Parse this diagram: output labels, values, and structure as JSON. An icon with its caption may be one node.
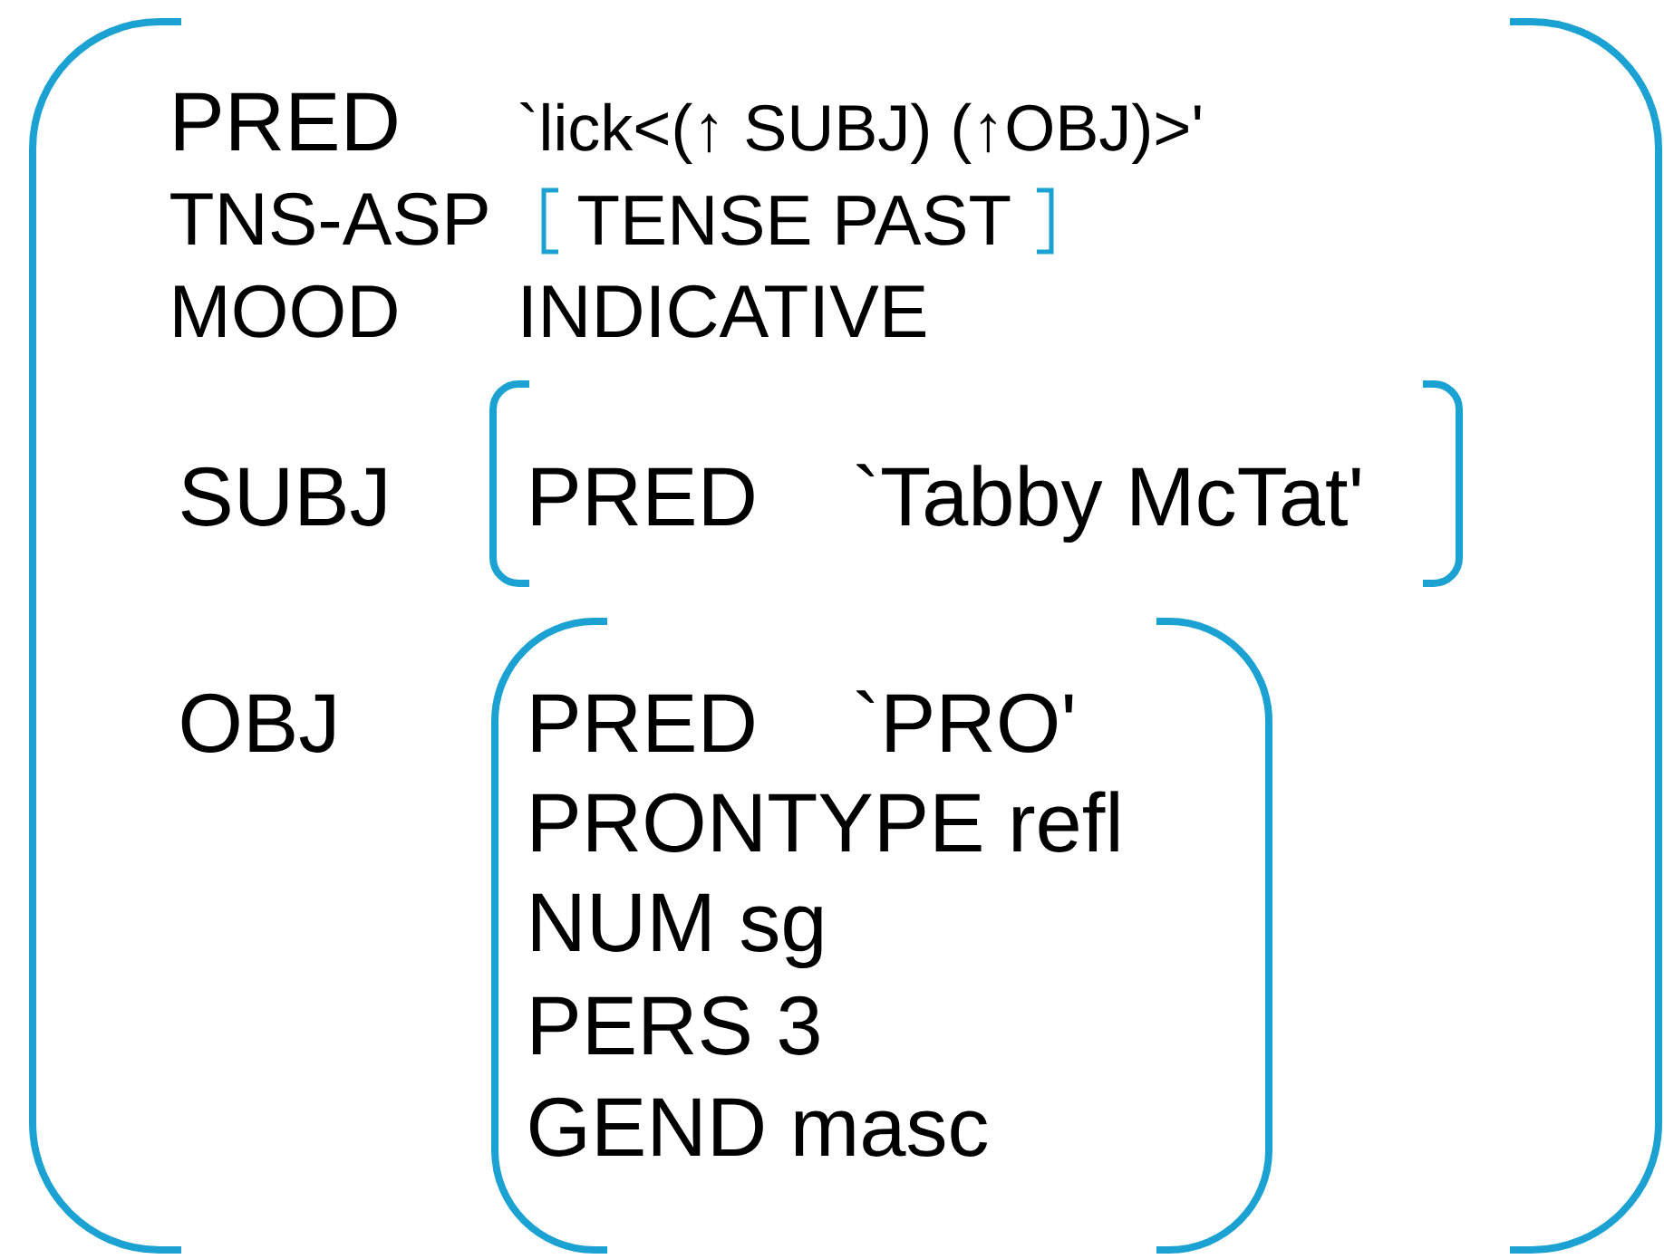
{
  "diagram": {
    "nodes": [
      {
        "text": [
          "PRED",
          "`lick<(↑ SUBJ) (↑OBJ)>'",
          "TNS-ASP",
          "MOOD",
          "INDICATIVE",
          "SUBJ",
          "OBJ"
        ]
      },
      {
        "text": [
          "TENSE PAST"
        ],
        "in": 0
      },
      {
        "text": [
          "PRED",
          "`Tabby McTat'"
        ],
        "in": 0
      },
      {
        "text": [
          "PRED",
          "`PRO'",
          "PRONTYPE refl",
          "NUM sg",
          "PERS 3",
          "GEND masc"
        ],
        "in": 0
      }
    ]
  }
}
